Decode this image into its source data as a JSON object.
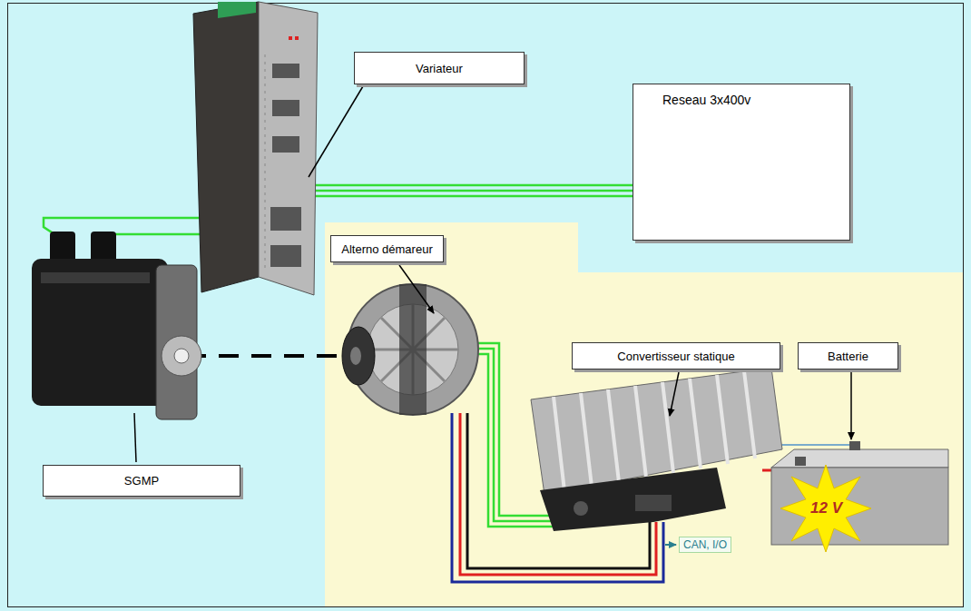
{
  "diagram": {
    "nodes": [
      {
        "text": [
          "Variateur"
        ]
      },
      {
        "text": [
          "Reseau 3x400v"
        ]
      },
      {
        "text": [
          "Alterno démareur"
        ]
      },
      {
        "text": [
          "Convertisseur statique"
        ]
      },
      {
        "text": [
          "Batterie"
        ]
      },
      {
        "text": [
          "SGMP"
        ]
      }
    ],
    "labels": [
      "CAN, I/O",
      "12 V"
    ]
  }
}
